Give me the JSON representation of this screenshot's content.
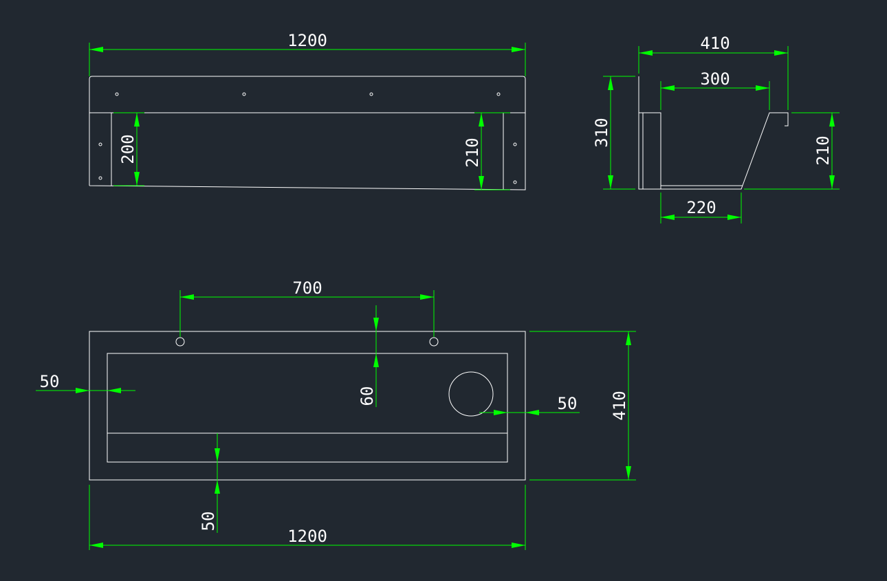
{
  "colors": {
    "background": "#212830",
    "geometry": "#ffffff",
    "dimension": "#00ff00"
  },
  "front_view": {
    "width": "1200",
    "left_height": "200",
    "right_height": "210"
  },
  "side_view": {
    "overall_depth": "410",
    "top_opening": "300",
    "overall_height": "310",
    "front_height": "210",
    "bottom_width": "220"
  },
  "plan_view": {
    "hole_spacing": "700",
    "hole_offset": "60",
    "left_margin": "50",
    "right_margin": "50",
    "bottom_margin": "50",
    "depth": "410",
    "width": "1200"
  }
}
